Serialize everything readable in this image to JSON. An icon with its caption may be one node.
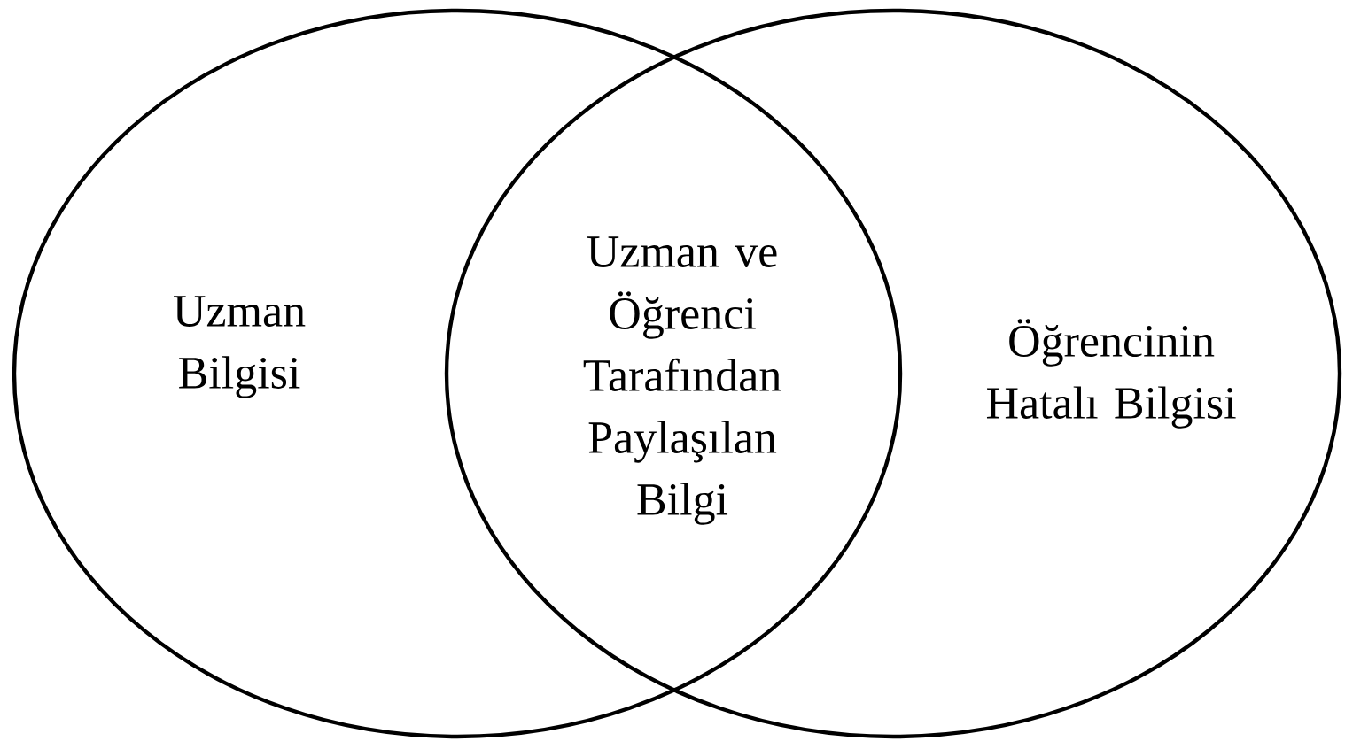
{
  "diagram": {
    "nodes": [
      {
        "text": [
          "Uzman Bilgisi"
        ]
      },
      {
        "text": [
          "Öğrencinin Hatalı Bilgisi"
        ]
      }
    ],
    "labels": [
      "Uzman ve Öğrenci Tarafından Paylaşılan Bilgi"
    ]
  }
}
